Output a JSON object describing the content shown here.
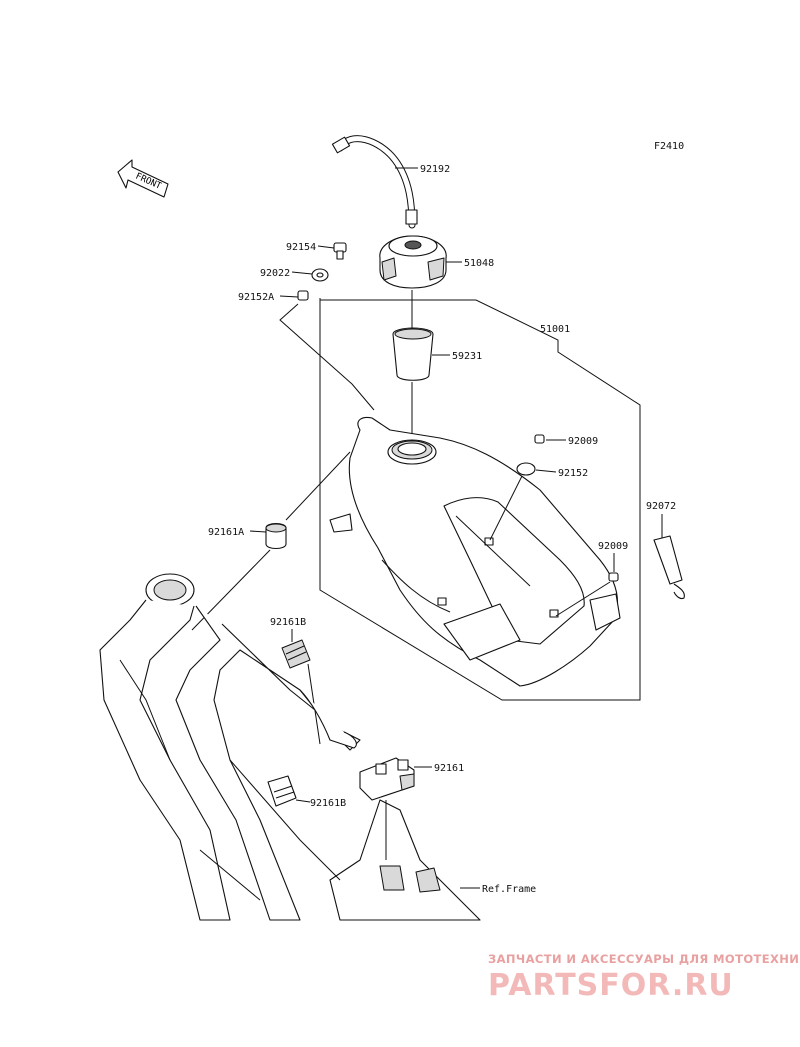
{
  "figure_code": "F2410",
  "front_arrow_text": "FRONT",
  "labels": {
    "p92192": "92192",
    "p92154": "92154",
    "p51048": "51048",
    "p92022": "92022",
    "p92152A": "92152A",
    "p51001": "51001",
    "p59231": "59231",
    "p92009a": "92009",
    "p92152": "92152",
    "p92072": "92072",
    "p92009b": "92009",
    "p92161A": "92161A",
    "p92161B_top": "92161B",
    "p92161": "92161",
    "p92161B_bottom": "92161B",
    "ref_frame": "Ref.Frame"
  },
  "watermark": {
    "tagline": "ЗАПЧАСТИ И АКСЕССУАРЫ ДЛЯ МОТОТЕХНИКИ",
    "brand": "PARTSFOR.RU"
  }
}
